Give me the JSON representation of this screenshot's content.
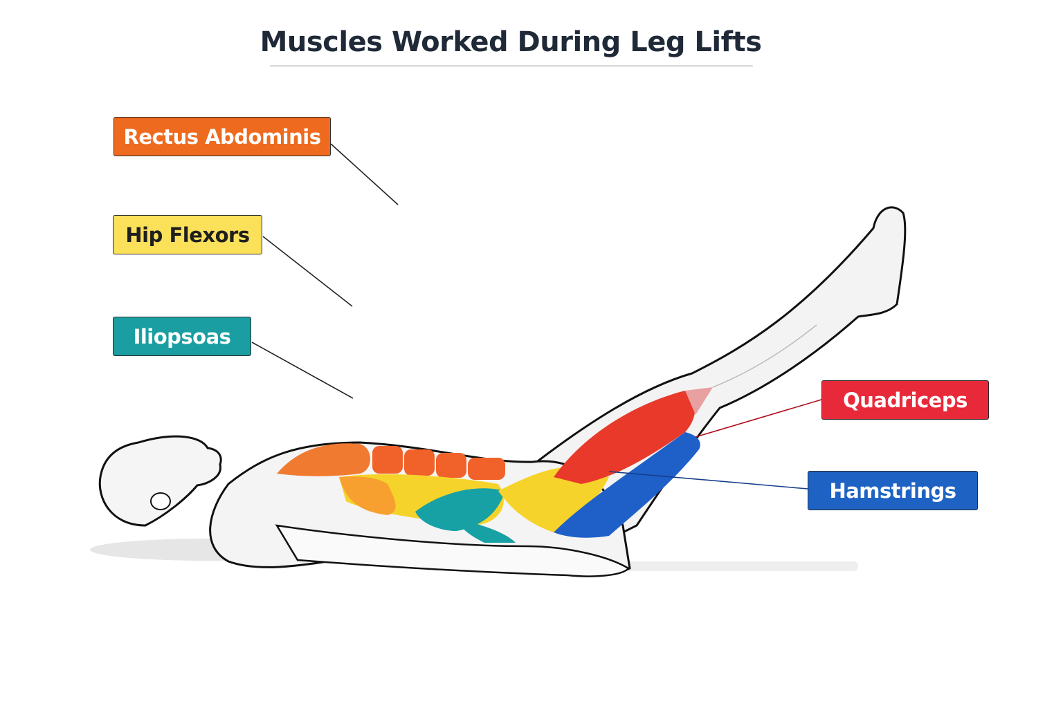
{
  "title": "Muscles Worked During Leg Lifts",
  "labels": {
    "rectus_abdominis": {
      "text": "Rectus Abdominis",
      "color": "#ee6a1e",
      "text_color": "#ffffff"
    },
    "hip_flexors": {
      "text": "Hip Flexors",
      "color": "#fbe05a",
      "text_color": "#1f1f1f"
    },
    "iliopsoas": {
      "text": "Iliopsoas",
      "color": "#1a9ea2",
      "text_color": "#ffffff"
    },
    "quadriceps": {
      "text": "Quadriceps",
      "color": "#e8293a",
      "text_color": "#ffffff"
    },
    "hamstrings": {
      "text": "Hamstrings",
      "color": "#1e63c4",
      "text_color": "#ffffff"
    }
  },
  "figure": {
    "description": "Person lying supine with straight legs raised, muscles highlighted",
    "muscle_colors": {
      "rectus_abdominis": "#f06a2a",
      "obliques": "#f7a030",
      "hip_flexors": "#f6d32a",
      "iliopsoas": "#17a1a5",
      "quadriceps": "#e8392a",
      "hamstrings": "#1f5fc8"
    }
  }
}
